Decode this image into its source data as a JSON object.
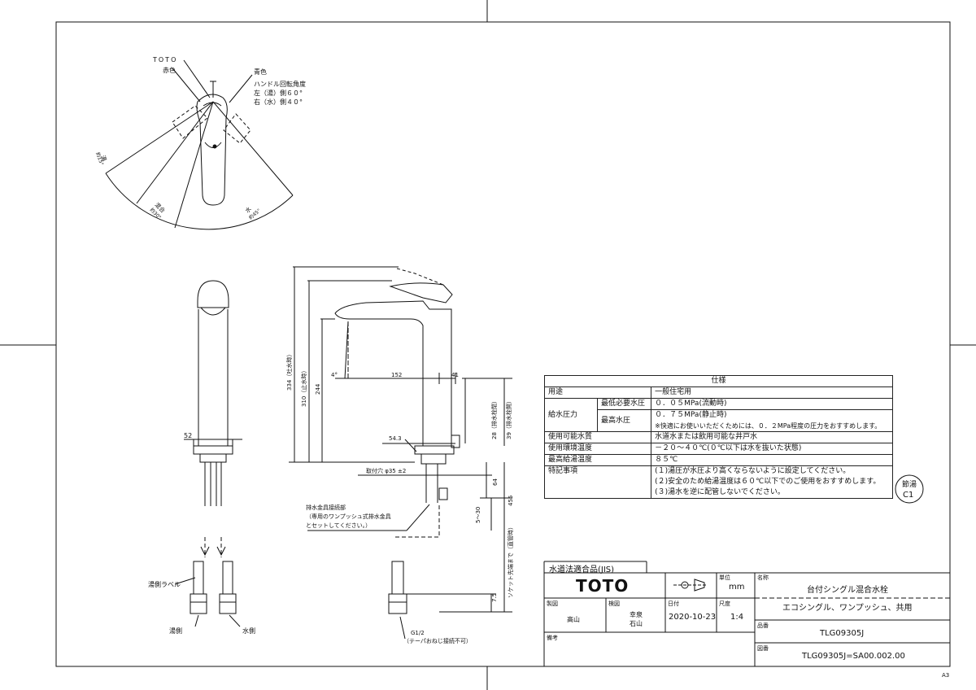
{
  "top_view": {
    "brand": "TOTO",
    "red_label": "赤色",
    "blue_label": "青色",
    "handle_angle_title": "ハンドル回転角度",
    "left_angle": "左（湯）側６０°",
    "right_angle": "右（水）側４０°",
    "hot_label": "湯",
    "hot_angle": "約15°",
    "mix_label": "混合",
    "mix_angle": "約30°",
    "cold_label": "水",
    "cold_angle": "約45°"
  },
  "front_view": {
    "dim_52": "52",
    "hot_side_label": "湯側ラベル",
    "hot_side": "湯側",
    "cold_side": "水側"
  },
  "side_view": {
    "dim_334": "334（吐水時）",
    "dim_310": "310（止水時）",
    "dim_244": "244",
    "dim_4deg": "4°",
    "dim_152": "152",
    "dim_41": "41",
    "dim_28": "28（排水栓閉）",
    "dim_39": "39（排水栓開）",
    "dim_543": "54.3",
    "mount_hole": "取付穴 φ35 ±2",
    "dim_64": "64",
    "dim_5_30": "5～30",
    "dim_455": "455",
    "socket_note": "ソケット先端まで（直管時）",
    "drain_note_1": "排水金具接続部",
    "drain_note_2": "（専用のワンプッシュ式排水金具",
    "drain_note_3": "とセットしてください。）",
    "dim_75": "7.5",
    "thread_1": "G1/2",
    "thread_2": "（テーパおねじ接続不可）"
  },
  "spec_table": {
    "title": "仕様",
    "rows": {
      "use_label": "用途",
      "use_value": "一般住宅用",
      "pressure_label": "給水圧力",
      "min_label": "最低必要水圧",
      "min_value": "０．０５MPa(流動時)",
      "max_label": "最高水圧",
      "max_value": "０．７５MPa(静止時)",
      "max_note": "※快適にお使いいただくためには、０．２MPa程度の圧力をおすすめします。",
      "water_label": "使用可能水質",
      "water_value": "水道水または飲用可能な井戸水",
      "env_label": "使用環境温度",
      "env_value": "－２０～４０℃(０℃以下は水を抜いた状態)",
      "hot_label": "最高給湯温度",
      "hot_value": "８５℃",
      "notes_label": "特記事項",
      "note1": "(１)湯圧が水圧より高くならないように設定してください。",
      "note2": "(２)安全のため給湯温度は６０℃以下でのご使用をおすすめします。",
      "note3": "(３)湯水を逆に配管しないでください。"
    }
  },
  "stamp": {
    "line1": "節湯",
    "line2": "C1"
  },
  "title_block": {
    "jis": "水道法適合品(JIS)",
    "logo": "TOTO",
    "unit_label": "単位",
    "unit": "mm",
    "name_label": "名称",
    "name1": "台付シングル混合水栓",
    "name2": "エコシングル、ワンプッシュ、共用",
    "drawn_label": "製図",
    "drawn": "高山",
    "checked_label": "検図",
    "checked1": "幸泉",
    "checked2": "石山",
    "date_label": "日付",
    "date": "2020-10-23",
    "scale_label": "尺度",
    "scale": "1:4",
    "part_label": "品番",
    "part": "TLG09305J",
    "remarks_label": "備考",
    "drawing_label": "図番",
    "drawing": "TLG09305J=SA00.002.00"
  },
  "sheet_size": "A3"
}
